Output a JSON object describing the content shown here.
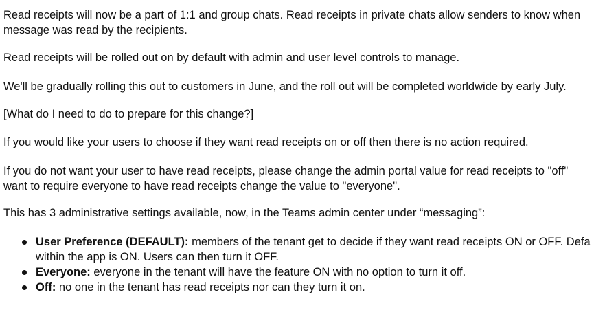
{
  "paragraphs": {
    "p1_line1": "Read receipts will now be a part of 1:1 and group chats. Read receipts in private chats allow senders to know when",
    "p1_line2": "message was read by the recipients.",
    "p2": "Read receipts will be rolled out on by default with admin and user level controls to manage.",
    "p3": "We'll be gradually rolling this out to customers in June, and the roll out will be completed worldwide by early July.",
    "p4": "[What do I need to do to prepare for this change?]",
    "p5": "If you would like your users to choose if they want read receipts on or off then there is no action required.",
    "p6_line1": "If you do not want your user to have read receipts, please change the admin portal value for read receipts to \"off\"",
    "p6_line2": "want to require everyone to have read receipts change the value to \"everyone\".",
    "p7": "This has 3 administrative settings available, now, in the Teams admin center under “messaging”:"
  },
  "settings": [
    {
      "term": "User Preference (DEFAULT):",
      "line1": " members of the tenant get to decide if they want read receipts ON or OFF. Defa",
      "line2": "within the app is ON. Users can then turn it OFF."
    },
    {
      "term": "Everyone:",
      "line1": " everyone in the tenant will have the feature ON with no option to turn it off."
    },
    {
      "term": "Off:",
      "line1": " no one in the tenant has read receipts nor can they turn it on."
    }
  ]
}
